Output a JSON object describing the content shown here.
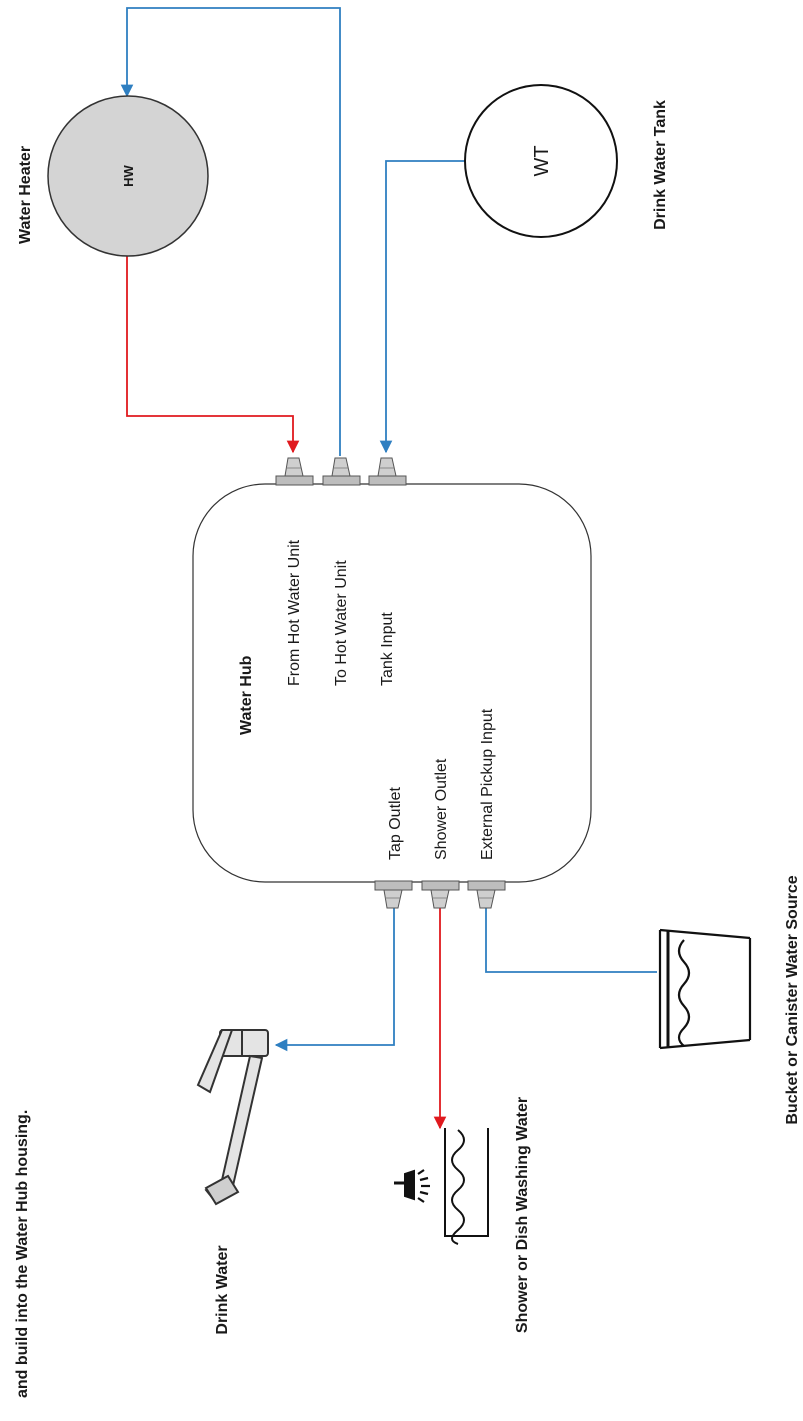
{
  "caption": "and build into the Water Hub housing.",
  "colors": {
    "hot_pipe": "#e0191e",
    "cold_pipe": "#2f7fc1",
    "hub_fill": "#ffffff",
    "heater_fill": "#d4d4d4",
    "outline": "#333333"
  },
  "hub": {
    "title": "Water Hub",
    "ports_top": [
      "From Hot Water Unit",
      "To Hot Water Unit",
      "Tank Input"
    ],
    "ports_bottom": [
      "Tap Outlet",
      "Shower Outlet",
      "External Pickup Input"
    ]
  },
  "heater": {
    "label": "Water Heater",
    "code": "HW"
  },
  "tank": {
    "label": "Drink Water Tank",
    "code": "WT"
  },
  "tap": {
    "label": "Drink Water"
  },
  "shower": {
    "label": "Shower or Dish Washing Water"
  },
  "bucket": {
    "label": "Bucket or Canister Water Source"
  }
}
